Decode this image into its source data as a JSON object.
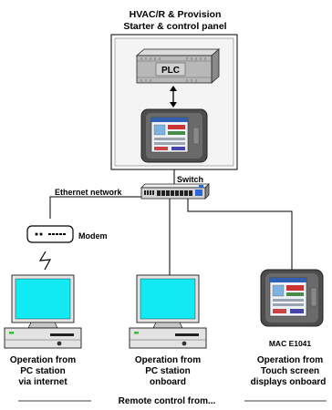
{
  "panel": {
    "title_line1": "HVAC/R & Provision",
    "title_line2": "Starter & control panel",
    "plc_label": "PLC"
  },
  "network": {
    "switch_label": "Switch",
    "ethernet_label": "Ethernet network",
    "modem_label": "Modem"
  },
  "stations": [
    {
      "lines": [
        "Operation from",
        "PC station",
        "via internet"
      ]
    },
    {
      "lines": [
        "Operation from",
        "PC station",
        "onboard"
      ]
    },
    {
      "device_label": "MAC E1041",
      "lines": [
        "Operation from",
        "Touch screen",
        "displays onboard"
      ]
    }
  ],
  "footer": {
    "label": "Remote control from..."
  },
  "colors": {
    "screen": "#11eaf2",
    "panel_bezel": "#555555",
    "panel_fill": "#e8e8e8",
    "plc_fill": "#b8b8b8",
    "pc_body": "#e3e3e3",
    "switch_fill": "#d4d4d4",
    "led_green": "#28c828",
    "port_blue": "#2b67d6"
  }
}
